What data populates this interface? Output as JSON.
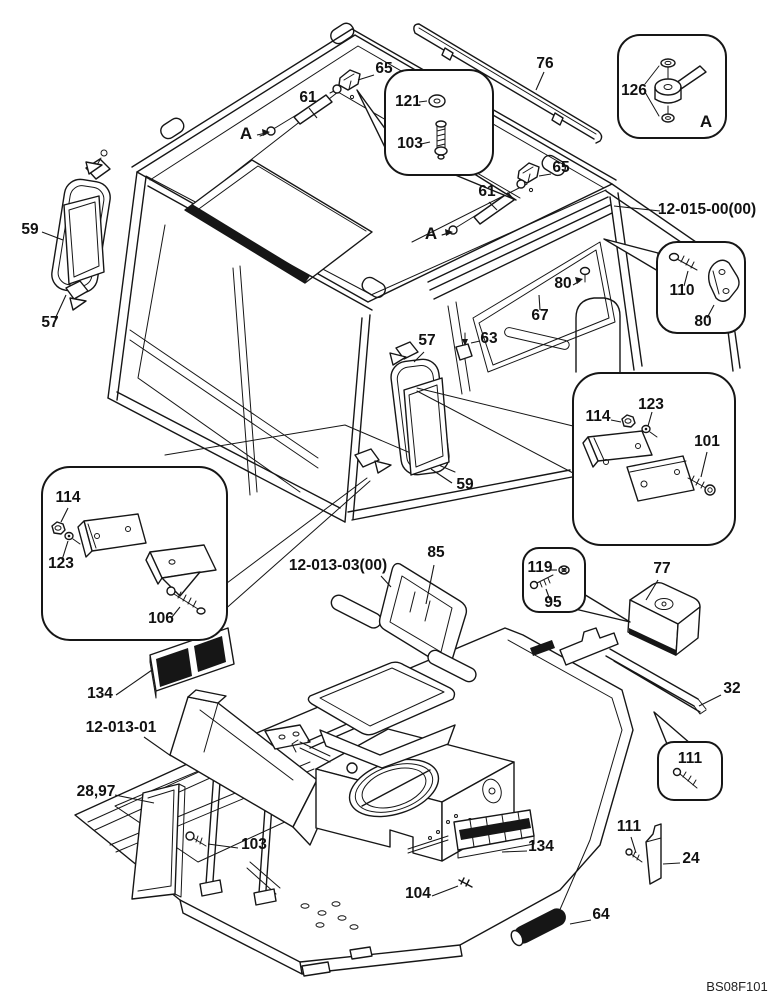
{
  "drawing_code": "BS08F101",
  "colors": {
    "background": "#ffffff",
    "line": "#161616",
    "dark_fill": "#161616"
  },
  "assembly_refs": {
    "cab": "12-015-00(00)",
    "seat": "12-013-03(00)",
    "pedestal": "12-013-01"
  },
  "callouts": [
    {
      "id": "bracket-roof-front",
      "text": "65"
    },
    {
      "id": "strut-roof-front",
      "text": "61"
    },
    {
      "id": "view-a-front",
      "text": "A"
    },
    {
      "id": "washer-roof",
      "text": "121"
    },
    {
      "id": "bolt-roof",
      "text": "103"
    },
    {
      "id": "rail-roof",
      "text": "76"
    },
    {
      "id": "knob-detail",
      "text": "126"
    },
    {
      "id": "view-a-detail",
      "text": "A"
    },
    {
      "id": "bracket-roof-rear",
      "text": "65"
    },
    {
      "id": "strut-roof-rear",
      "text": "61"
    },
    {
      "id": "view-a-rear",
      "text": "A"
    },
    {
      "id": "cab-assembly-ref",
      "text": "12-015-00(00)"
    },
    {
      "id": "handrail-left",
      "text": "59"
    },
    {
      "id": "handle-left",
      "text": "57"
    },
    {
      "id": "knob-window",
      "text": "80"
    },
    {
      "id": "screw-detail",
      "text": "110"
    },
    {
      "id": "hook-detail",
      "text": "80"
    },
    {
      "id": "window-pane",
      "text": "67"
    },
    {
      "id": "latch-door",
      "text": "63"
    },
    {
      "id": "handle-mid",
      "text": "57"
    },
    {
      "id": "handrail-mid",
      "text": "59"
    },
    {
      "id": "nut-right",
      "text": "114"
    },
    {
      "id": "washer-right",
      "text": "123"
    },
    {
      "id": "bolt-right",
      "text": "101"
    },
    {
      "id": "nut-left",
      "text": "114"
    },
    {
      "id": "washer-left",
      "text": "123"
    },
    {
      "id": "bolt-left",
      "text": "106"
    },
    {
      "id": "seat-assembly-ref",
      "text": "12-013-03(00)"
    },
    {
      "id": "seat-back",
      "text": "85"
    },
    {
      "id": "screw-seat",
      "text": "119"
    },
    {
      "id": "washer-seat",
      "text": "95"
    },
    {
      "id": "cover-box",
      "text": "77"
    },
    {
      "id": "rail-seat",
      "text": "32"
    },
    {
      "id": "screw-bubble",
      "text": "111"
    },
    {
      "id": "grille-upper",
      "text": "134"
    },
    {
      "id": "pedestal-ref",
      "text": "12-013-01"
    },
    {
      "id": "panel-ref",
      "text": "28,97"
    },
    {
      "id": "bolt-lower",
      "text": "103"
    },
    {
      "id": "pin-deck",
      "text": "104"
    },
    {
      "id": "grille-lower",
      "text": "134"
    },
    {
      "id": "screw-lower",
      "text": "111"
    },
    {
      "id": "plate-lower",
      "text": "24"
    },
    {
      "id": "grip-handle",
      "text": "64"
    }
  ]
}
